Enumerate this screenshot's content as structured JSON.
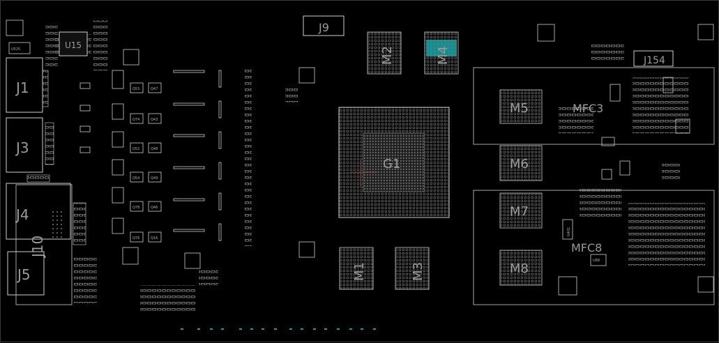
{
  "board": {
    "colors": {
      "background": "#000000",
      "outline": "#cfcfcf",
      "highlight": "#1f9fa0",
      "label": "#9a9a9a"
    }
  },
  "components": {
    "U15": "U15",
    "J1": "J1",
    "J3": "J3",
    "J4": "J4",
    "J5": "J5",
    "J10": "J10",
    "J9": "J9",
    "M2": "M2",
    "M4": "M4",
    "M5": "M5",
    "M6": "M6",
    "M7": "M7",
    "M8": "M8",
    "M1": "M1",
    "M3": "M3",
    "G1": "G1",
    "J154": "J154",
    "MFC3": "MFC3",
    "MFC8": "MFC8",
    "U525": "U525",
    "U401": "U401",
    "U88": "U88"
  },
  "small_labels": {
    "q1": "Q53",
    "q2": "Q47",
    "q3": "Q74",
    "q4": "Q43",
    "q5": "Q52",
    "q6": "Q48",
    "q7": "Q54",
    "q8": "Q49",
    "q9": "Q78",
    "q10": "Q46",
    "q11": "Q76",
    "q12": "Q16"
  }
}
